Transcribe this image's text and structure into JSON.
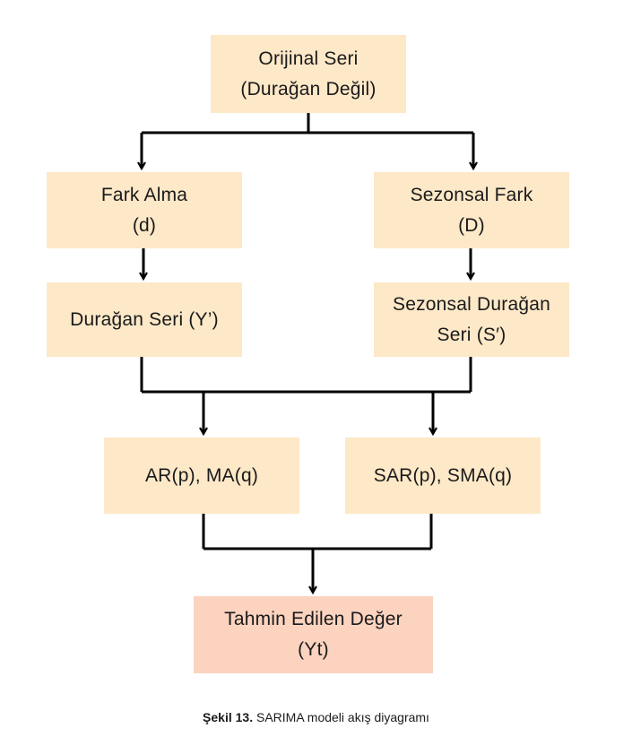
{
  "diagram": {
    "nodes": {
      "original": {
        "line1": "Orijinal Seri",
        "line2": "(Durağan Değil)"
      },
      "diff": {
        "line1": "Fark Alma",
        "line2": "(d)"
      },
      "seasonal_diff": {
        "line1": "Sezonsal Fark",
        "line2": "(D)"
      },
      "stationary": {
        "line1": "Durağan Seri (Y’)"
      },
      "seasonal_stationary": {
        "line1": "Sezonsal Durağan",
        "line2": "Seri (S′)"
      },
      "arma": {
        "line1": "AR(p), MA(q)"
      },
      "sarma": {
        "line1": "SAR(p), SMA(q)"
      },
      "forecast": {
        "line1": "Tahmin Edilen Değer",
        "line2": "(Yt)"
      }
    },
    "colors": {
      "node_fill": "#fde8c8",
      "result_fill": "#fbd3bf",
      "connector": "#000000"
    }
  },
  "caption": {
    "label": "Şekil 13.",
    "text": " SARIMA modeli akış diyagramı"
  }
}
